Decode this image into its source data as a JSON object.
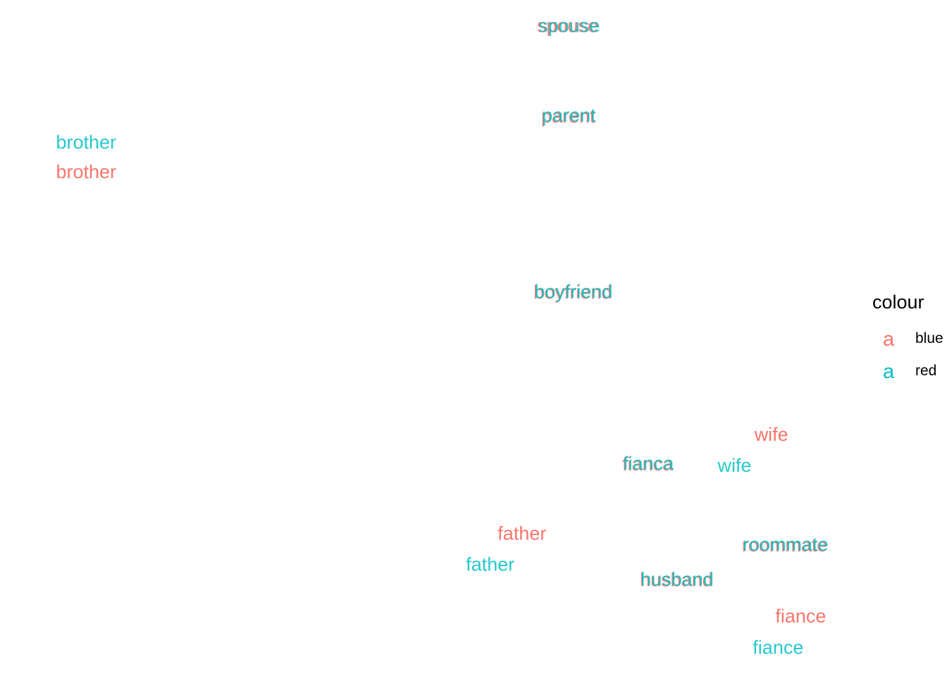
{
  "chart_data": {
    "type": "scatter",
    "title": "",
    "xlabel": "",
    "ylabel": "",
    "grid": false,
    "axes_visible": false,
    "xlim": [
      0,
      1
    ],
    "ylim": [
      0,
      1
    ],
    "legend": {
      "title": "colour",
      "placement": "right",
      "key_glyph": "a",
      "entries": [
        {
          "label": "blue",
          "color": "#F8766D"
        },
        {
          "label": "red",
          "color": "#00BFC4"
        }
      ]
    },
    "series": [
      {
        "name": "blue",
        "color": "#F8766D",
        "points": [
          {
            "label": "brother",
            "x": 0.035,
            "y": 0.756
          },
          {
            "label": "wife",
            "x": 0.87,
            "y": 0.35
          },
          {
            "label": "father",
            "x": 0.563,
            "y": 0.197
          },
          {
            "label": "fiance",
            "x": 0.895,
            "y": 0.069
          },
          {
            "label": "spouse",
            "x": 0.61,
            "y": 0.982
          },
          {
            "label": "parent",
            "x": 0.615,
            "y": 0.842
          },
          {
            "label": "boyfriend",
            "x": 0.606,
            "y": 0.57
          },
          {
            "label": "fianca",
            "x": 0.712,
            "y": 0.304
          },
          {
            "label": "roommate",
            "x": 0.855,
            "y": 0.179
          },
          {
            "label": "husband",
            "x": 0.733,
            "y": 0.125
          }
        ]
      },
      {
        "name": "red",
        "color": "#00BFC4",
        "points": [
          {
            "label": "brother",
            "x": 0.035,
            "y": 0.802
          },
          {
            "label": "wife",
            "x": 0.826,
            "y": 0.302
          },
          {
            "label": "father",
            "x": 0.525,
            "y": 0.149
          },
          {
            "label": "fiance",
            "x": 0.868,
            "y": 0.02
          },
          {
            "label": "spouse",
            "x": 0.612,
            "y": 0.982
          },
          {
            "label": "parent",
            "x": 0.616,
            "y": 0.844
          },
          {
            "label": "boyfriend",
            "x": 0.607,
            "y": 0.571
          },
          {
            "label": "fianca",
            "x": 0.713,
            "y": 0.305
          },
          {
            "label": "roommate",
            "x": 0.856,
            "y": 0.18
          },
          {
            "label": "husband",
            "x": 0.734,
            "y": 0.126
          }
        ]
      }
    ]
  }
}
